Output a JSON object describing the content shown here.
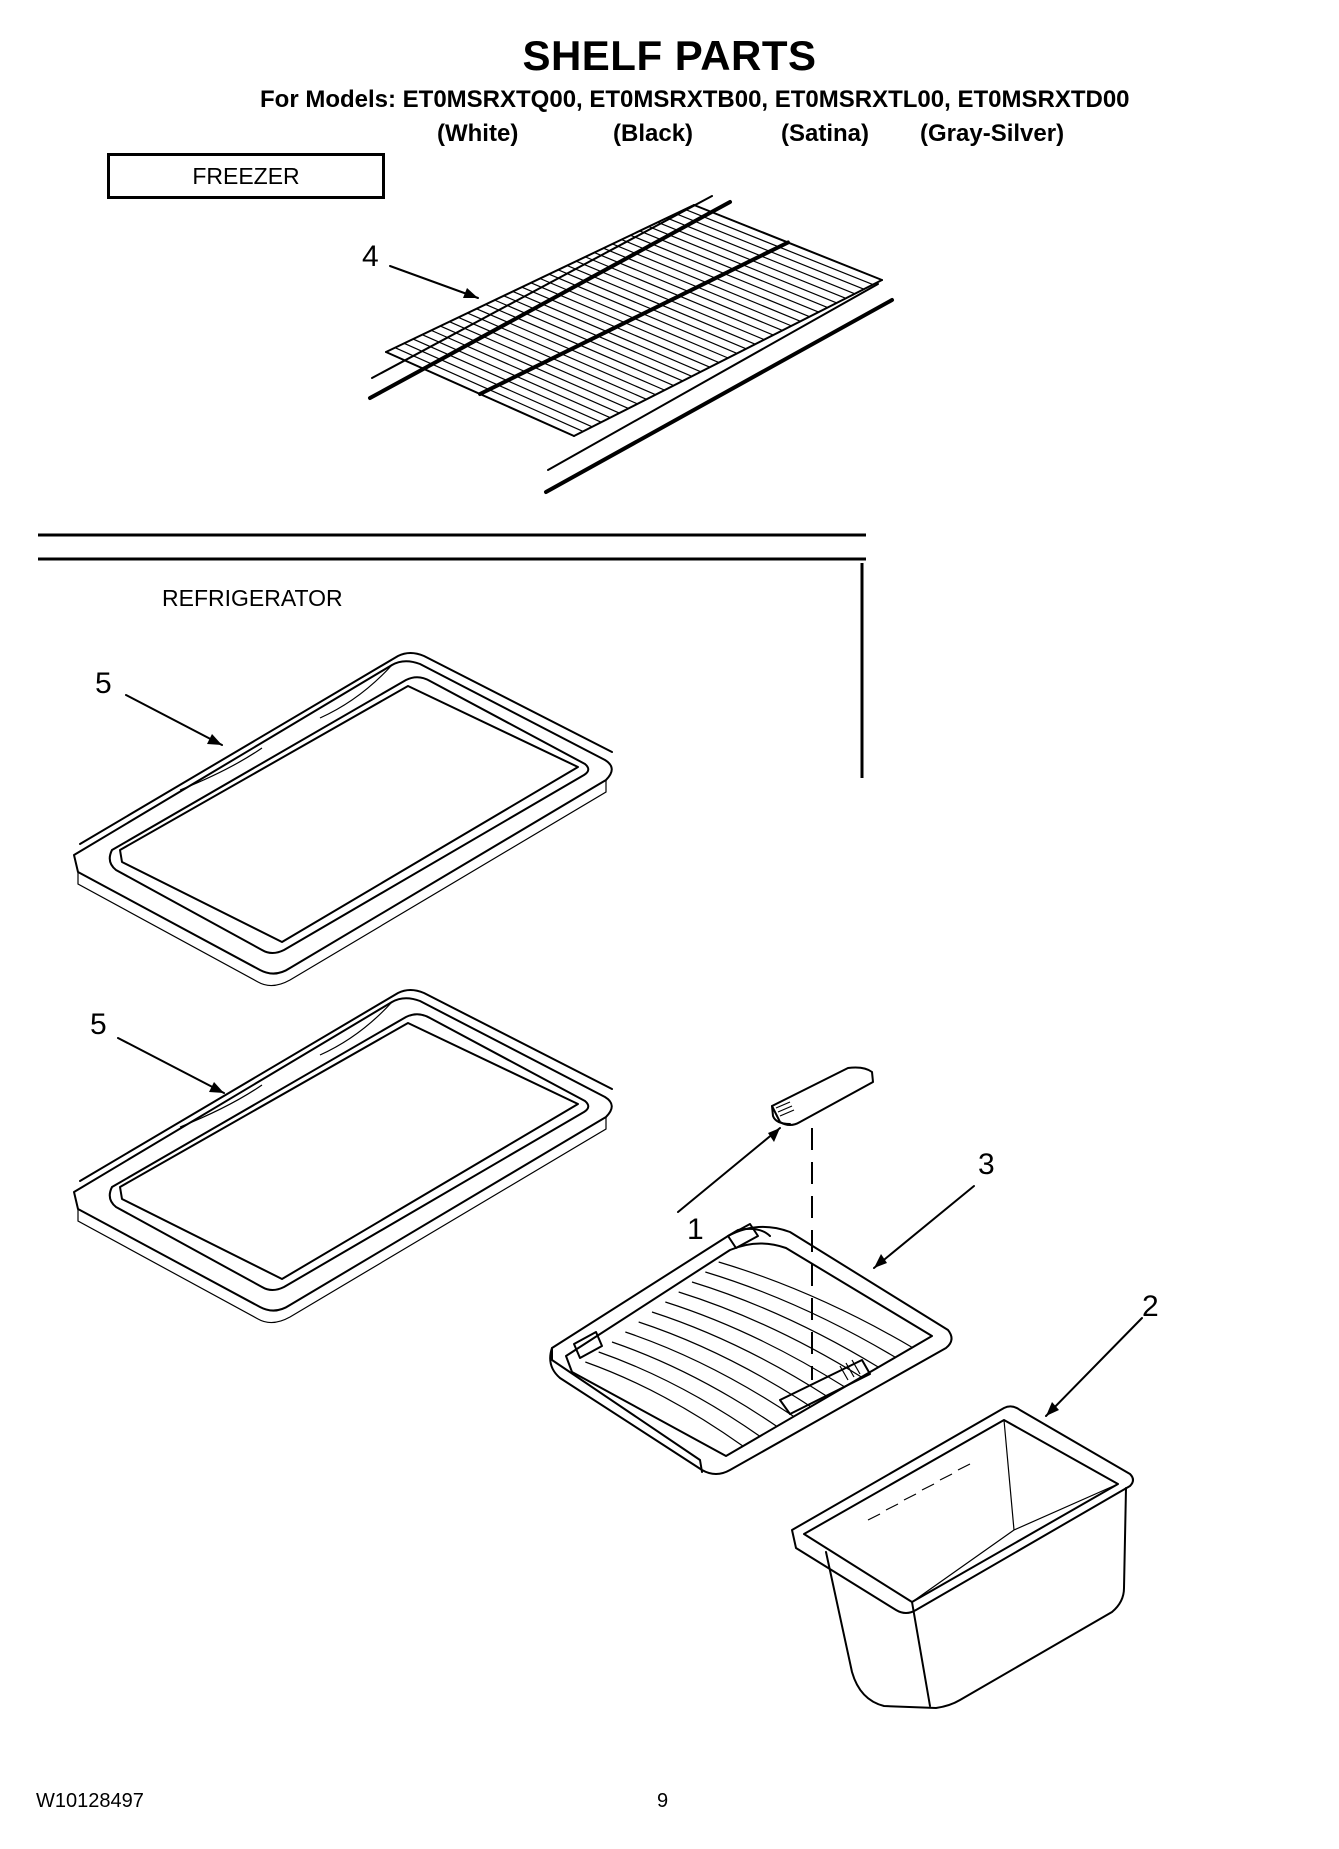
{
  "title": "SHELF PARTS",
  "models_line": "For Models: ET0MSRXTQ00, ET0MSRXTB00, ET0MSRXTL00, ET0MSRXTD00",
  "color_labels": [
    "(White)",
    "(Black)",
    "(Satina)",
    "(Gray-Silver)"
  ],
  "sections": {
    "freezer": "FREEZER",
    "refrigerator": "REFRIGERATOR"
  },
  "callouts": {
    "wire_shelf": "4",
    "glass_shelf_upper": "5",
    "glass_shelf_lower": "5",
    "slide_control": "1",
    "crisper_cover": "3",
    "crisper_drawer": "2"
  },
  "footer": {
    "document_number": "W10128497",
    "page_number": "9"
  }
}
